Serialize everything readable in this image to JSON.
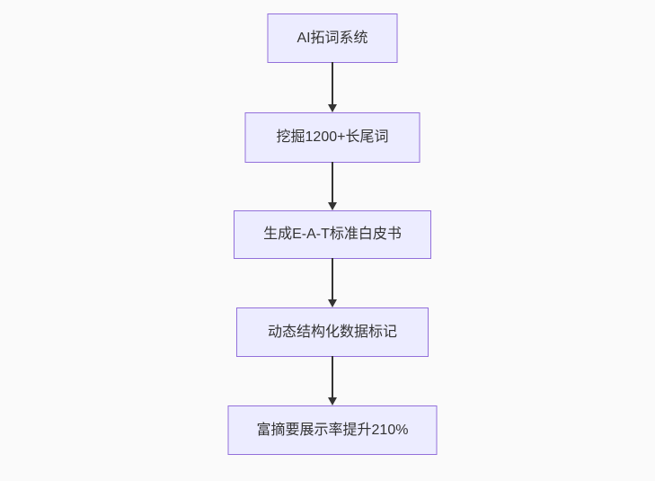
{
  "diagram": {
    "type": "flowchart",
    "direction": "top-down",
    "nodes": [
      {
        "id": "n1",
        "label": "AI拓词系统"
      },
      {
        "id": "n2",
        "label": "挖掘1200+长尾词"
      },
      {
        "id": "n3",
        "label": "生成E-A-T标准白皮书"
      },
      {
        "id": "n4",
        "label": "动态结构化数据标记"
      },
      {
        "id": "n5",
        "label": "富摘要展示率提升210%"
      }
    ],
    "edges": [
      {
        "from": "n1",
        "to": "n2"
      },
      {
        "from": "n2",
        "to": "n3"
      },
      {
        "from": "n3",
        "to": "n4"
      },
      {
        "from": "n4",
        "to": "n5"
      }
    ],
    "colors": {
      "node_fill": "#ECECFF",
      "node_border": "#9370DB",
      "arrow": "#333333",
      "text": "#333333",
      "background": "#FAFAFA"
    }
  }
}
